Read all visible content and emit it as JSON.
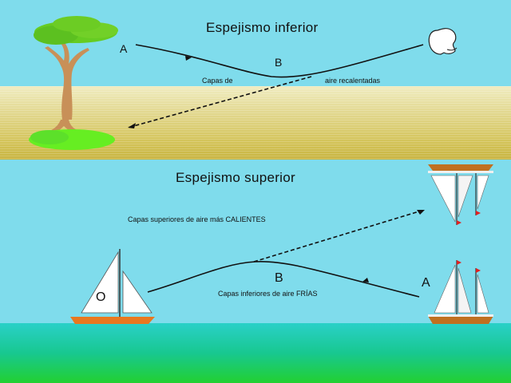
{
  "top_panel": {
    "title": "Espejismo inferior",
    "point_a": "A",
    "point_b": "B",
    "caption_left": "Capas de",
    "caption_right": "aire recalentadas"
  },
  "bottom_panel": {
    "title": "Espejismo superior",
    "caption_upper": "Capas superiores de aire más CALIENTES",
    "caption_lower": "Capas inferiores de aire FRÍAS",
    "point_a": "A",
    "point_b": "B",
    "observer": "O"
  },
  "colors": {
    "sky": "#7fdcec",
    "sand": "#d8c860",
    "sea": "#1ec8b0",
    "grass": "#22cc44",
    "foliage": "#66cc22",
    "trunk": "#c89058",
    "hull": "#e87820"
  },
  "icons": {
    "tree": "tree-icon",
    "observer_head": "head-profile-icon",
    "sailboat": "sailboat-icon",
    "ship": "ship-icon"
  }
}
